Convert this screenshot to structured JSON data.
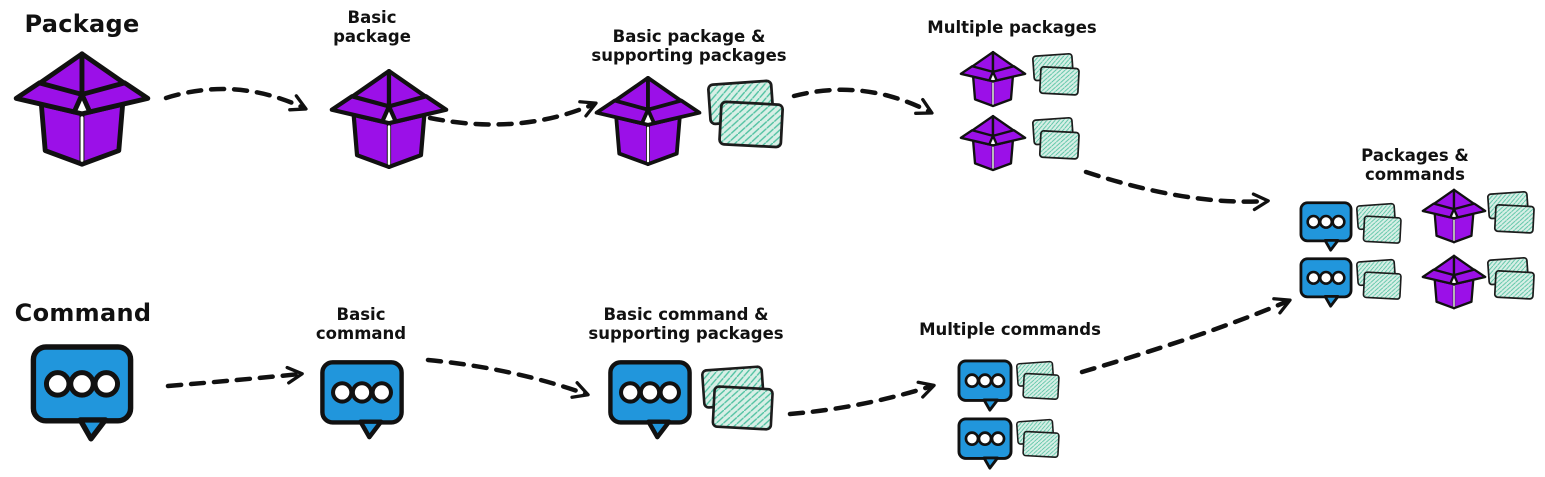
{
  "diagram": {
    "package_track": {
      "nodes": [
        {
          "id": "package",
          "label": "Package"
        },
        {
          "id": "basic-package",
          "label": "Basic\npackage"
        },
        {
          "id": "basic-package-supporting",
          "label": "Basic package &\nsupporting packages"
        },
        {
          "id": "multiple-packages",
          "label": "Multiple packages"
        }
      ]
    },
    "command_track": {
      "nodes": [
        {
          "id": "command",
          "label": "Command"
        },
        {
          "id": "basic-command",
          "label": "Basic\ncommand"
        },
        {
          "id": "basic-command-supporting",
          "label": "Basic command &\nsupporting packages"
        },
        {
          "id": "multiple-commands",
          "label": "Multiple commands"
        }
      ]
    },
    "merge_node": {
      "id": "packages-commands",
      "label": "Packages & commands"
    },
    "edges": [
      {
        "from": "package",
        "to": "basic-package"
      },
      {
        "from": "basic-package",
        "to": "basic-package-supporting"
      },
      {
        "from": "basic-package-supporting",
        "to": "multiple-packages"
      },
      {
        "from": "multiple-packages",
        "to": "packages-commands"
      },
      {
        "from": "command",
        "to": "basic-command"
      },
      {
        "from": "basic-command",
        "to": "basic-command-supporting"
      },
      {
        "from": "basic-command-supporting",
        "to": "multiple-commands"
      },
      {
        "from": "multiple-commands",
        "to": "packages-commands"
      }
    ],
    "icons": {
      "package": "open-box-icon",
      "command": "speech-bubble-icon",
      "supporting_package": "hatched-card-stack-icon",
      "connector": "dashed-arrow"
    },
    "colors": {
      "package_purple": "#9B10E8",
      "command_blue": "#2196DC",
      "support_fill": "#D8EFE6",
      "support_hatch": "#4FC1A1",
      "ink": "#111111",
      "paper": "#FFFFFF"
    }
  }
}
